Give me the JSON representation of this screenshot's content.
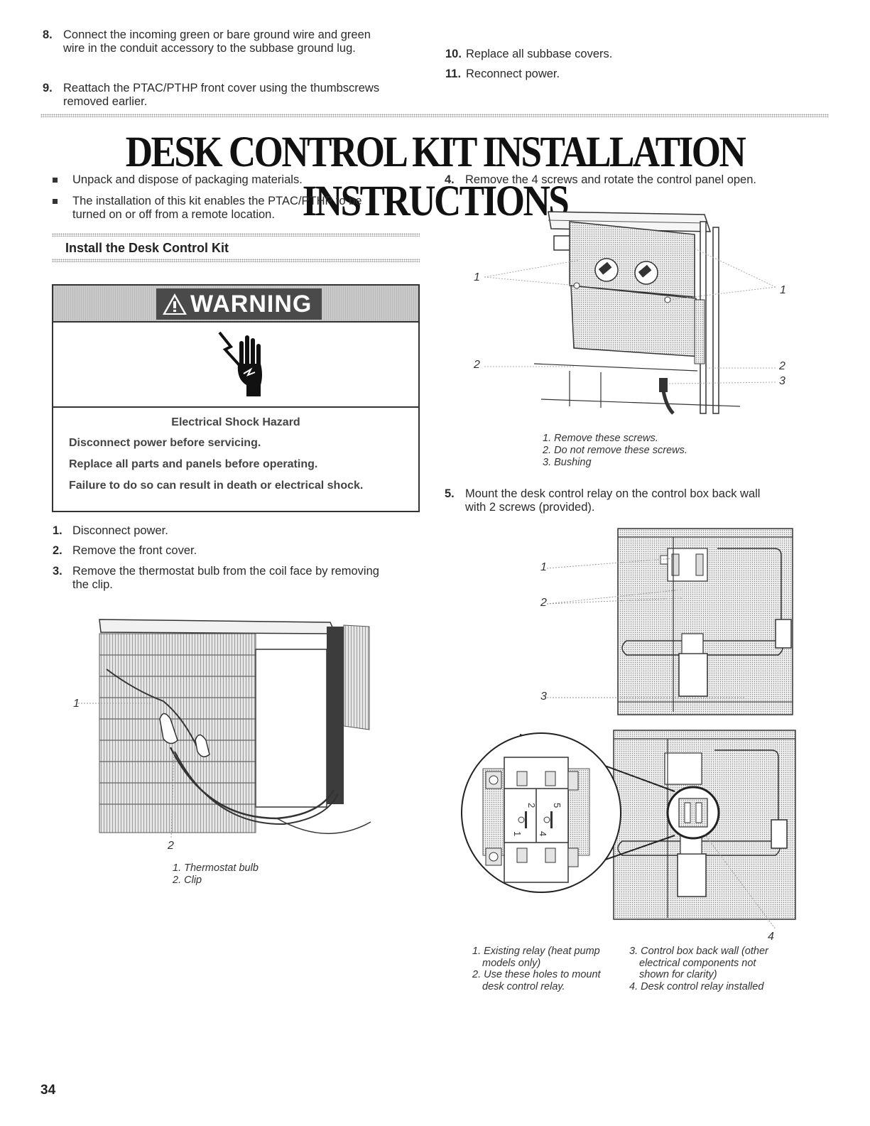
{
  "top_steps": [
    {
      "num": "8.",
      "lines": [
        "Connect the incoming green or bare ground wire and green",
        "wire in the conduit accessory to the subbase ground lug."
      ]
    },
    {
      "num": "9.",
      "lines": [
        "Reattach the PTAC/PTHP front cover using the thumbscrews",
        "removed earlier."
      ]
    },
    {
      "num": "10.",
      "lines": [
        "Replace all subbase covers."
      ]
    },
    {
      "num": "11.",
      "lines": [
        "Reconnect power."
      ]
    }
  ],
  "title": "DESK CONTROL KIT INSTALLATION INSTRUCTIONS",
  "bullets": [
    {
      "lines": [
        "Unpack and dispose of packaging materials."
      ]
    },
    {
      "lines": [
        "The installation of this kit enables the PTAC/PTHP to be",
        "turned on or off from a remote location."
      ]
    }
  ],
  "section_heading": "Install the Desk Control Kit",
  "warning": {
    "word": "WARNING",
    "hazard_title": "Electrical Shock Hazard",
    "lines": [
      "Disconnect power before servicing.",
      "Replace all parts and panels before operating.",
      "Failure to do so can result in death or electrical shock."
    ]
  },
  "left_steps": [
    {
      "num": "1.",
      "lines": [
        "Disconnect power."
      ]
    },
    {
      "num": "2.",
      "lines": [
        "Remove the front cover."
      ]
    },
    {
      "num": "3.",
      "lines": [
        "Remove the thermostat bulb from the coil face by removing",
        "the clip."
      ]
    }
  ],
  "fig_thermostat": {
    "callouts": [
      "1",
      "2"
    ],
    "captions": [
      "1. Thermostat bulb",
      "2. Clip"
    ]
  },
  "right_steps": [
    {
      "num": "4.",
      "lines": [
        "Remove the 4 screws and rotate the control panel open."
      ]
    },
    {
      "num": "5.",
      "lines": [
        "Mount the desk control relay on the control box back wall",
        "with 2 screws (provided)."
      ]
    }
  ],
  "fig_control_panel": {
    "callouts": [
      "1",
      "1",
      "2",
      "2",
      "3"
    ],
    "captions": [
      "1. Remove these screws.",
      "2. Do not remove these screws.",
      "3. Bushing"
    ]
  },
  "fig_relay": {
    "callouts": [
      "1",
      "2",
      "3",
      "4"
    ],
    "relay_digits": [
      "2",
      "5",
      "1",
      "4"
    ],
    "captions_left": [
      "1. Existing relay (heat pump",
      "models only)",
      "2. Use these holes to mount",
      "desk control relay."
    ],
    "captions_right": [
      "3. Control box back wall (other",
      "electrical components not",
      "shown for clarity)",
      "4. Desk control relay installed"
    ]
  },
  "page_number": "34"
}
